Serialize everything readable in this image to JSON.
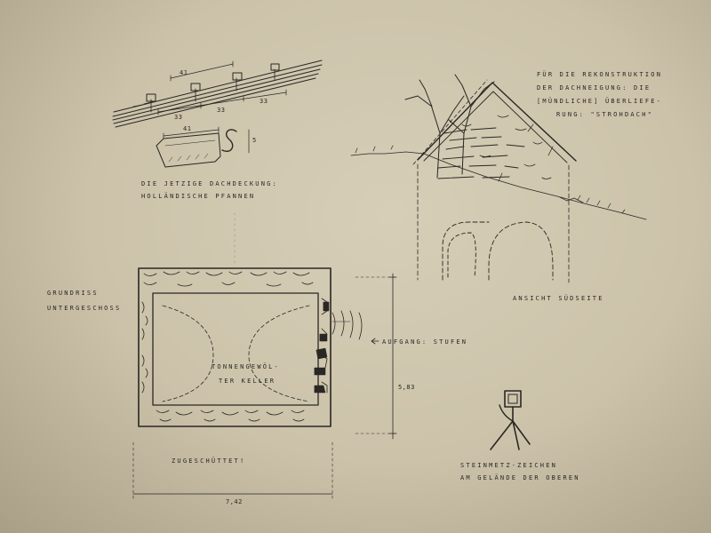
{
  "labels": {
    "roof_note_line1": "DIE JETZIGE DACHDECKUNG:",
    "roof_note_line2": "HOLLÄNDISCHE PFANNEN",
    "recon_line1": "FÜR DIE REKONSTRUKTION",
    "recon_line2": "DER DACHNEIGUNG: DIE",
    "recon_line3": "[MÜNDLICHE] ÜBERLIEFE-",
    "recon_line4": "RUNG: \"STROHDACH\"",
    "view_south": "ANSICHT SÜDSEITE",
    "plan_line1": "GRUNDRISS",
    "plan_line2": "UNTERGESCHOSS",
    "vault_line1": "TONNENGEWÖL-",
    "vault_line2": "TER KELLER",
    "entrance": "AUFGANG: STUFEN",
    "backfilled": "ZUGESCHÜTTET!",
    "mason_line1": "STEINMETZ-ZEICHEN",
    "mason_line2": "AM GELÄNDE DER OBEREN"
  },
  "dimensions": {
    "tile_41_top": "41",
    "tile_33_a": "33",
    "tile_33_b": "33",
    "tile_33_c": "33",
    "tile_41_detail": "41",
    "profile_height": "5",
    "plan_height": "5,83",
    "plan_width": "7,42"
  },
  "colors": {
    "paper": "#c9c0a8",
    "ink": "#2a2724"
  }
}
